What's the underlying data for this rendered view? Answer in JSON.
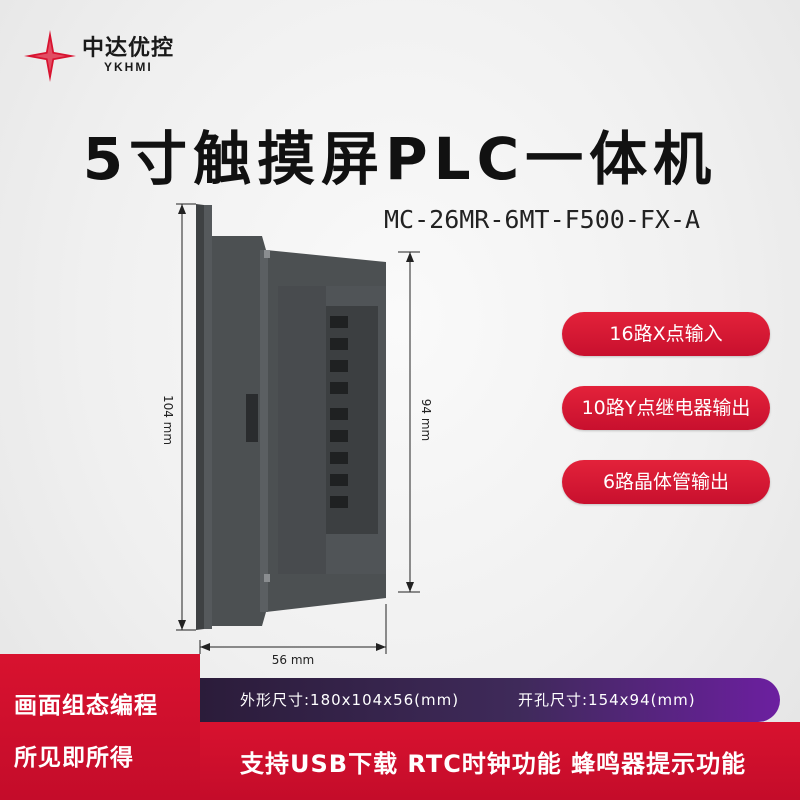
{
  "brand": {
    "name_cn": "中达优控",
    "name_en": "YKHMI"
  },
  "title": "5寸触摸屏PLC一体机",
  "model": "MC-26MR-6MT-F500-FX-A",
  "features": [
    "16路X点输入",
    "10路Y点继电器输出",
    "6路晶体管输出"
  ],
  "dimensions": {
    "height": "104 mm",
    "depth_height": "94 mm",
    "width": "56 mm"
  },
  "bottom": {
    "left_line1": "画面组态编程",
    "left_line2": "所见即所得",
    "spec_outer": "外形尺寸:180x104x56(mm)",
    "spec_cutout": "开孔尺寸:154x94(mm)",
    "functions": "支持USB下载  RTC时钟功能  蜂鸣器提示功能"
  },
  "colors": {
    "accent_red": "#d8122f",
    "device_gray": "#4a4d4f",
    "bar_dark": "#3f2a5a"
  }
}
